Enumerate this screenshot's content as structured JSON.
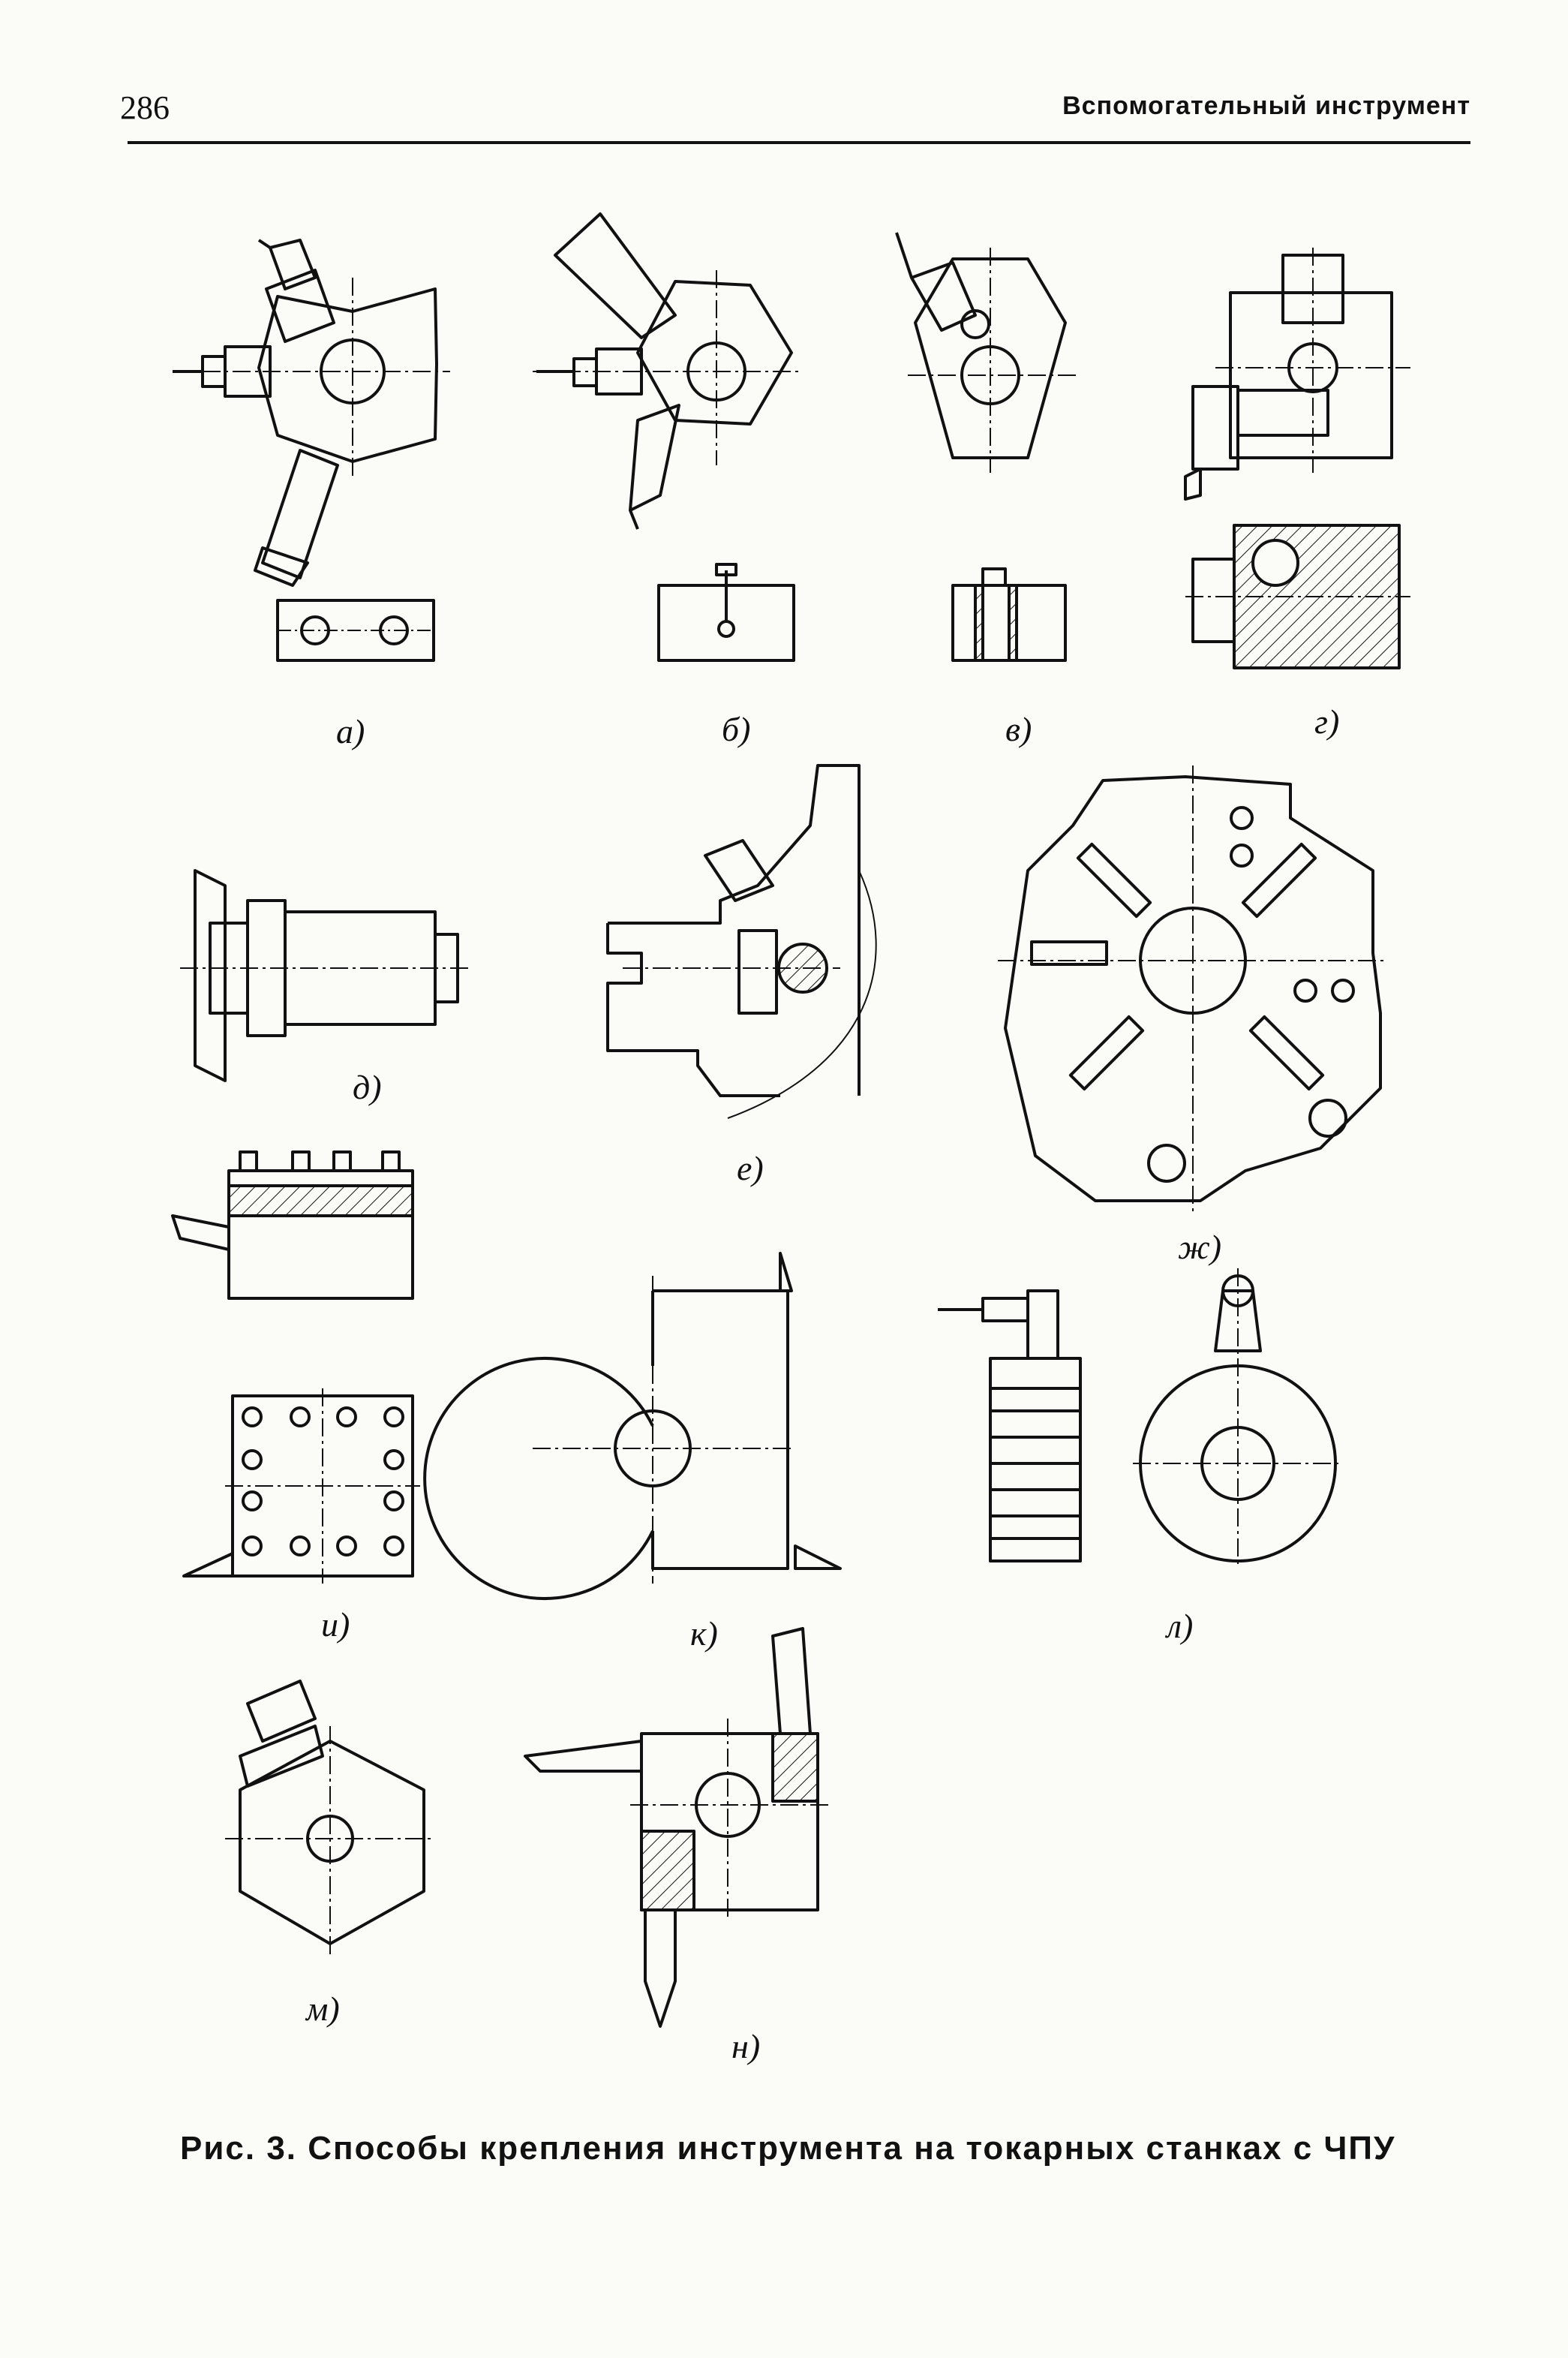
{
  "header": {
    "page_number": "286",
    "running_title": "Вспомогательный инструмент"
  },
  "figure": {
    "labels": {
      "a": "а)",
      "b": "б)",
      "v": "в)",
      "g": "г)",
      "d": "д)",
      "e": "е)",
      "zh": "ж)",
      "i": "и)",
      "k": "к)",
      "l": "л)",
      "m": "м)",
      "n": "н)"
    },
    "caption": "Рис. 3. Способы крепления инструмента на токарных станках с ЧПУ"
  }
}
